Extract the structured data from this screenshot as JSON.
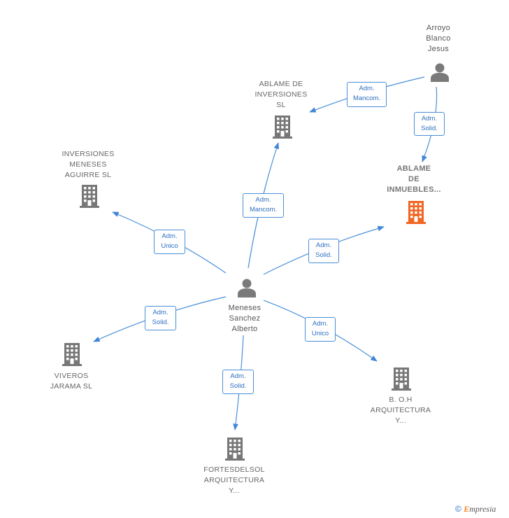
{
  "nodes": {
    "arroyo": {
      "label": "Arroyo\nBlanco\nJesus"
    },
    "ablame_inversiones": {
      "label": "ABLAME DE\nINVERSIONES\nSL"
    },
    "ablame_inmuebles": {
      "label": "ABLAME\nDE\nINMUEBLES..."
    },
    "inversiones_meneses": {
      "label": "INVERSIONES\nMENESES\nAGUIRRE  SL"
    },
    "meneses": {
      "label": "Meneses\nSanchez\nAlberto"
    },
    "viveros": {
      "label": "VIVEROS\nJARAMA  SL"
    },
    "boh": {
      "label": "B. O.H\nARQUITECTURA\nY..."
    },
    "fortesdelsol": {
      "label": "FORTESDELSOL\nARQUITECTURA\nY..."
    }
  },
  "edges": {
    "arroyo_inversiones": "Adm.\nMancom.",
    "arroyo_inmuebles": "Adm.\nSolid.",
    "meneses_inversiones": "Adm.\nMancom.",
    "meneses_inmuebles": "Adm.\nSolid.",
    "meneses_aguirre": "Adm.\nUnico",
    "meneses_viveros": "Adm.\nSolid.",
    "meneses_boh": "Adm.\nUnico",
    "meneses_fortesdelsol": "Adm.\nSolid."
  },
  "footer": {
    "copyright": "©",
    "brand_first": "E",
    "brand_rest": "mpresia"
  },
  "colors": {
    "edge": "#4a8fd8",
    "icon": "#777777",
    "highlight": "#f26522"
  }
}
